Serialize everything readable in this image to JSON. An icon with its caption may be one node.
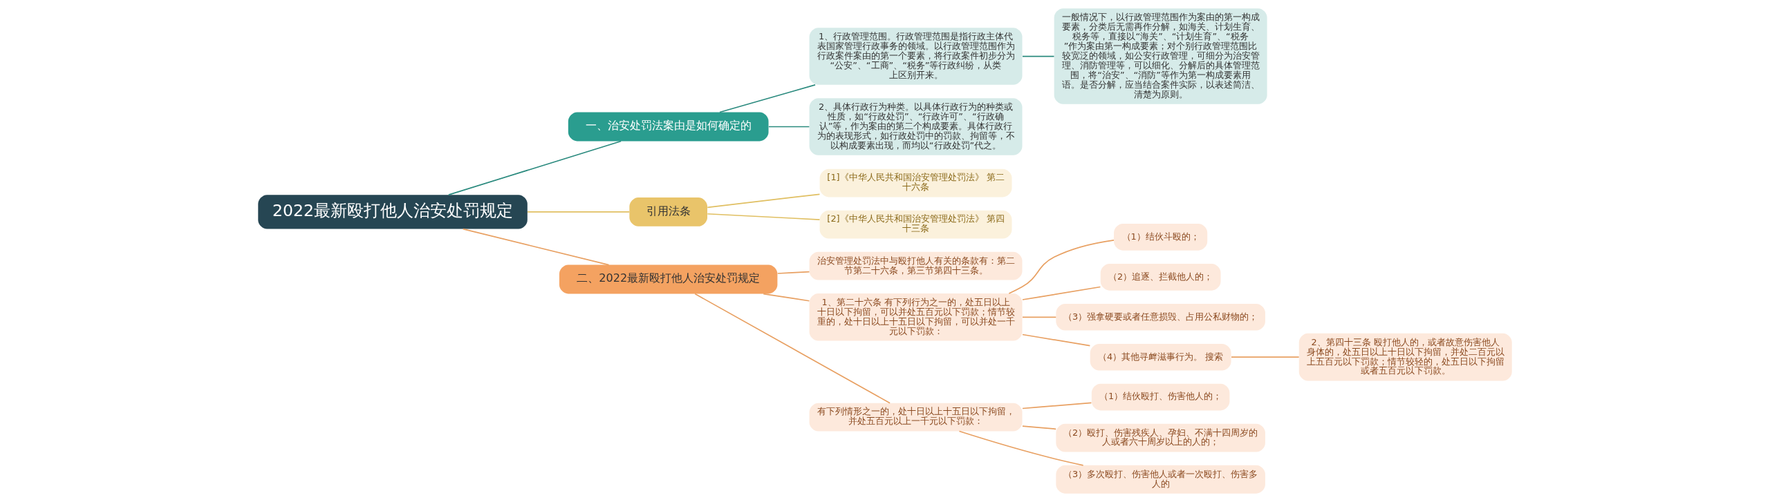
{
  "diagram": {
    "nodes": [
      {
        "text": [
          "2022最新殴打他人治安处罚规定"
        ]
      },
      {
        "text": [
          "一、治安处罚法案由是如何确定的"
        ]
      },
      {
        "text": [
          "1、行政管理范围。行政管理范围是指行政主体代表国家管理行政事务的领域。以行政管理范围作为行政案件案由的第一个要素，将行政案件初步分为“公安”、“工商”、“税务”等行政纠纷，从类上区别开来。"
        ]
      },
      {
        "text": [
          "一般情况下，以行政管理范围作为案由的第一构成要素，分类后无需再作分解，如海关、计划生育、税务等，直接以“海关”、“计划生育”、“税务”作为案由第一构成要素；对个别行政管理范围比较宽泛的领域，如公安行政管理，可细分为治安管理、消防管理等，可以细化、分解后的具体管理范围，将“治安”、“消防”等作为第一构成要素用语。是否分解，应当结合案件实际，以表述简洁、清楚为原则。"
        ]
      },
      {
        "text": [
          "2、具体行政行为种类。以具体行政行为的种类或性质，如“行政处罚”、“行政许可”、“行政确认”等，作为案由的第二个构成要素。具体行政行为的表现形式，如行政处罚中的罚款、拘留等，不以构成要素出现，而均以“行政处罚”代之。"
        ]
      },
      {
        "text": [
          "引用法条"
        ]
      },
      {
        "text": [
          "[1]《中华人民共和国治安管理处罚法》 第二十六条"
        ]
      },
      {
        "text": [
          "[2]《中华人民共和国治安管理处罚法》 第四十三条"
        ]
      },
      {
        "text": [
          "二、2022最新殴打他人治安处罚规定"
        ]
      },
      {
        "text": [
          "治安管理处罚法中与殴打他人有关的条款有：第二节第二十六条，第三节第四十三条。"
        ]
      },
      {
        "text": [
          "1、第二十六条 有下列行为之一的，处五日以上十日以下拘留，可以并处五百元以下罚款；情节较重的，处十日以上十五日以下拘留，可以并处一千元以下罚款："
        ]
      },
      {
        "text": [
          "（1）结伙斗殴的；"
        ]
      },
      {
        "text": [
          "（2）追逐、拦截他人的；"
        ]
      },
      {
        "text": [
          "（3）强拿硬要或者任意损毁、占用公私财物的；"
        ]
      },
      {
        "text": [
          "（4）其他寻衅滋事行为。 搜索"
        ]
      },
      {
        "text": [
          "2、第四十三条 殴打他人的，或者故意伤害他人身体的，处五日以上十日以下拘留，并处二百元以上五百元以下罚款；情节较轻的，处五日以下拘留或者五百元以下罚款。"
        ]
      },
      {
        "text": [
          "有下列情形之一的，处十日以上十五日以下拘留，并处五百元以上一千元以下罚款："
        ]
      },
      {
        "text": [
          "（1）结伙殴打、伤害他人的；"
        ]
      },
      {
        "text": [
          "（2）殴打、伤害残疾人、孕妇、不满十四周岁的人或者六十周岁以上的人的；"
        ]
      },
      {
        "text": [
          "（3）多次殴打、伤害他人或者一次殴打、伤害多人的"
        ]
      }
    ],
    "edges": [
      {
        "from": 0,
        "to": 1,
        "arrow": "none",
        "color": "#2a8a7e"
      },
      {
        "from": 1,
        "to": 2,
        "arrow": "none",
        "color": "#2a8a7e"
      },
      {
        "from": 2,
        "to": 3,
        "arrow": "none",
        "color": "#2a8a7e"
      },
      {
        "from": 1,
        "to": 4,
        "arrow": "none",
        "color": "#2a8a7e"
      },
      {
        "from": 0,
        "to": 5,
        "arrow": "none",
        "color": "#e0bf62"
      },
      {
        "from": 5,
        "to": 6,
        "arrow": "none",
        "color": "#e0bf62"
      },
      {
        "from": 5,
        "to": 7,
        "arrow": "none",
        "color": "#e0bf62"
      },
      {
        "from": 0,
        "to": 8,
        "arrow": "none"
      },
      {
        "from": 8,
        "to": 9,
        "arrow": "none"
      },
      {
        "from": 8,
        "to": 10,
        "arrow": "none"
      },
      {
        "from": 10,
        "to": 11,
        "arrow": "none"
      },
      {
        "from": 10,
        "to": 12,
        "arrow": "none"
      },
      {
        "from": 10,
        "to": 13,
        "arrow": "none"
      },
      {
        "from": 10,
        "to": 14,
        "arrow": "none"
      },
      {
        "from": 14,
        "to": 15,
        "arrow": "none"
      },
      {
        "from": 8,
        "to": 16,
        "arrow": "none"
      },
      {
        "from": 16,
        "to": 17,
        "arrow": "none"
      },
      {
        "from": 16,
        "to": 18,
        "arrow": "none"
      },
      {
        "from": 16,
        "to": 19,
        "arrow": "none"
      }
    ]
  }
}
